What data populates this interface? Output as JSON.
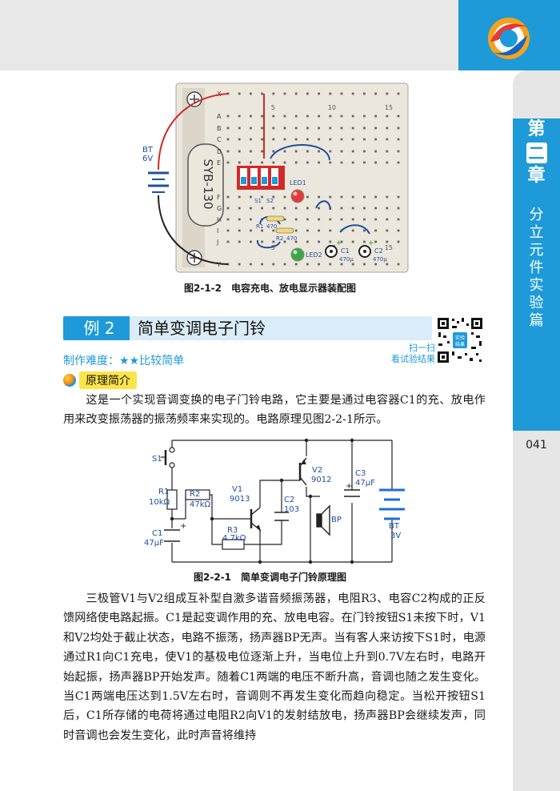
{
  "chapter": {
    "number_line1": "第",
    "number_box": "二",
    "number_line3": "章",
    "title_chars": [
      "分",
      "立",
      "元",
      "件",
      "实",
      "验",
      "篇"
    ]
  },
  "page_number": "041",
  "figure1": {
    "caption": "图2-1-2　电容充电、放电显示器装配图",
    "board_label": "SYB-130",
    "battery_label": "BT",
    "battery_value": "6V",
    "row_labels": [
      "X",
      "A",
      "B",
      "C",
      "D",
      "E",
      "F",
      "G",
      "H",
      "I",
      "J",
      "Y"
    ],
    "column_numbers": [
      "5",
      "10",
      "15"
    ],
    "components": {
      "switch_labels": [
        "S1",
        "S2"
      ],
      "led1": "LED1",
      "led2": "LED2",
      "r1": "R1",
      "r1_value": "470",
      "r2": "R2",
      "r2_value": "470",
      "c1": "C1",
      "c1_value": "470μ",
      "c2": "C2",
      "c2_value": "470μ"
    }
  },
  "example": {
    "label": "例 2",
    "title": "简单变调电子门铃",
    "difficulty": "制作难度：★★比较简单",
    "scan_line1": "扫一扫",
    "scan_line2": "看试验结果",
    "qr_badge_line1": "实验",
    "qr_badge_line2": "结果"
  },
  "section_title": "原理简介",
  "intro_paragraph": "这是一个实现音调变换的电子门铃电路，它主要是通过电容器C1的充、放电作用来改变振荡器的振荡频率来实现的。电路原理见图2-2-1所示。",
  "figure2": {
    "caption": "图2-2-1　简单变调电子门铃原理图",
    "labels": {
      "s1": "S1",
      "r1": "R1",
      "r1_value": "10kΩ",
      "r2": "R2",
      "r2_value": "47kΩ",
      "c1": "C1",
      "c1_value": "47μF",
      "v1": "V1",
      "v1_value": "9013",
      "r3": "R3",
      "r3_value": "4.7kΩ",
      "c2": "C2",
      "c2_value": "103",
      "v2": "V2",
      "v2_value": "9012",
      "c3": "C3",
      "c3_value": "47μF",
      "bp": "BP",
      "bt": "BT",
      "bt_value": "3V"
    }
  },
  "body_paragraph": "三极管V1与V2组成互补型自激多谐音频振荡器，电阻R3、电容C2构成的正反馈网络使电路起振。C1是起变调作用的充、放电电容。在门铃按钮S1未按下时，V1和V2均处于截止状态，电路不振荡，扬声器BP无声。当有客人来访按下S1时，电源通过R1向C1充电，使V1的基极电位逐渐上升，当电位上升到0.7V左右时，电路开始起振，扬声器BP开始发声。随着C1两端的电压不断升高，音调也随之发生变化。当C1两端电压达到1.5V左右时，音调则不再发生变化而趋向稳定。当松开按钮S1后，C1所存储的电荷将通过电阻R2向V1的发射结放电，扬声器BP会继续发声，同时音调也会发生变化，此时声音将维持",
  "colors": {
    "accent_blue": "#1e9ad9",
    "label_blue": "#1f4fa0",
    "highlight_yellow": "#fde44a",
    "wire_red": "#d12a2a"
  }
}
